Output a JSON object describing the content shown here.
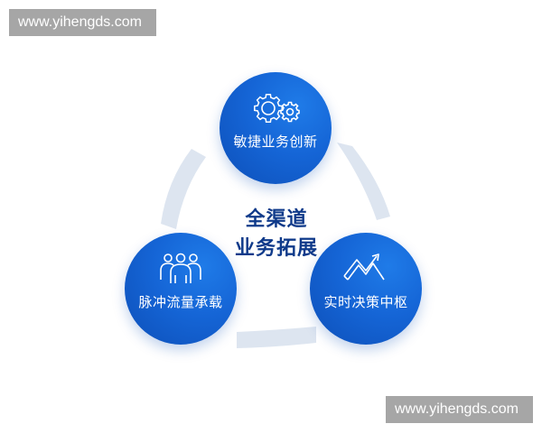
{
  "watermarks": {
    "top_left": "www.yihengds.com",
    "bottom_right": "www.yihengds.com"
  },
  "diagram": {
    "center": {
      "line1": "全渠道",
      "line2": "业务拓展"
    },
    "nodes": [
      {
        "label": "敏捷业务创新",
        "icon": "gears-icon"
      },
      {
        "label": "脉冲流量承载",
        "icon": "people-group-icon"
      },
      {
        "label": "实时决策中枢",
        "icon": "trend-chart-icon"
      }
    ],
    "colors": {
      "node_blue": "#1565d6",
      "node_blue_dark": "#0d4fb8",
      "arc": "#dde5f0",
      "center_text": "#0f3a8a",
      "watermark_bg": "#a6a6a6"
    }
  }
}
